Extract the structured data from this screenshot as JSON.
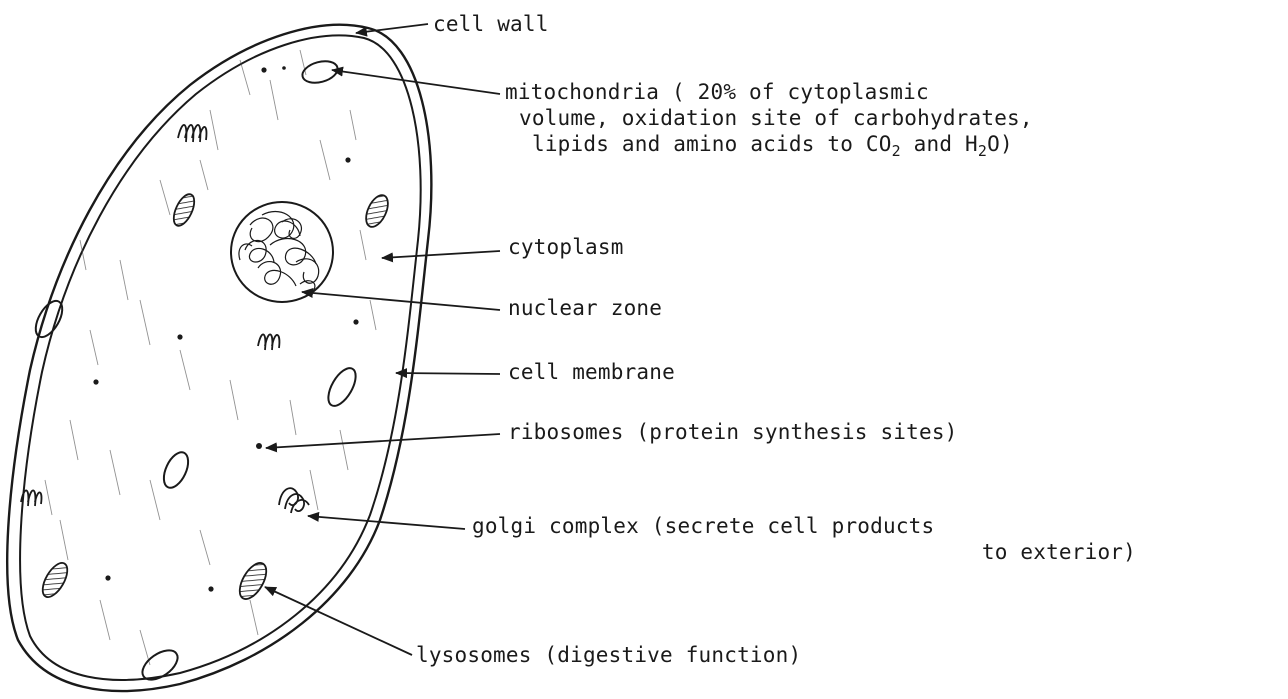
{
  "labels": {
    "cell_wall": "cell wall",
    "mitochondria": {
      "line1": "mitochondria ( 20% of cytoplasmic",
      "line2": "volume, oxidation site of carbohydrates,",
      "line3_prefix": "lipids and amino acids to CO",
      "line3_sub1": "2",
      "line3_mid": " and H",
      "line3_sub2": "2",
      "line3_suffix": "O)"
    },
    "cytoplasm": "cytoplasm",
    "nuclear_zone": "nuclear zone",
    "cell_membrane": "cell membrane",
    "ribosomes": "ribosomes (protein synthesis sites)",
    "golgi": {
      "line1": "golgi complex (secrete cell products",
      "line2": "to exterior)"
    },
    "lysosomes": "lysosomes (digestive function)"
  }
}
